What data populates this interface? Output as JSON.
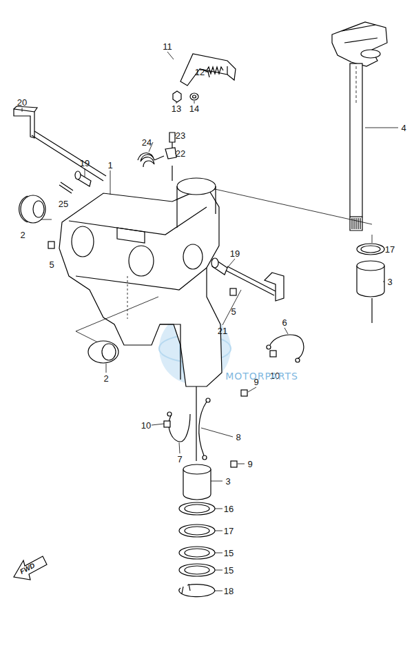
{
  "diagram": {
    "labels": [
      "20",
      "11",
      "12",
      "4",
      "24",
      "23",
      "22",
      "1",
      "19",
      "25",
      "2",
      "5",
      "13",
      "14",
      "17",
      "3",
      "19",
      "5",
      "21",
      "6",
      "10",
      "2",
      "9",
      "10",
      "8",
      "7",
      "9",
      "3",
      "16",
      "17",
      "15",
      "15",
      "18",
      "FWD",
      "MOTORPARTS"
    ]
  }
}
